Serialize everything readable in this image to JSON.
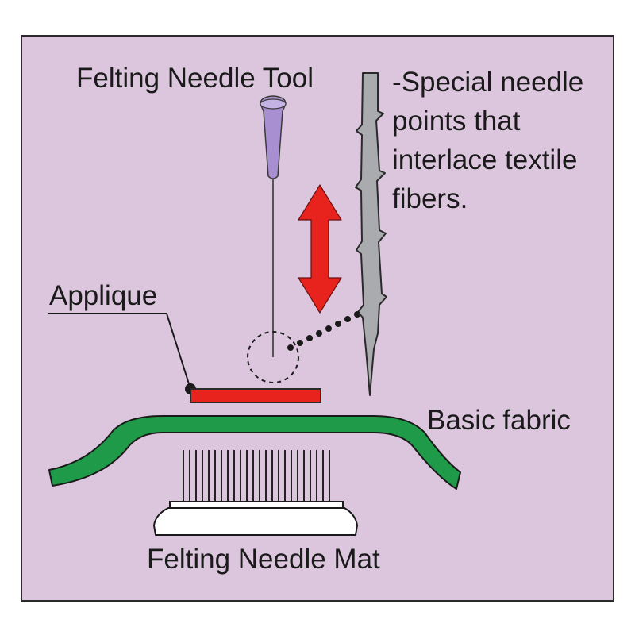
{
  "labels": {
    "tool": "Felting Needle Tool",
    "note_line1": "-Special needle",
    "note_line2": "points that",
    "note_line3": "interlace textile",
    "note_line4": "fibers.",
    "applique": "Applique",
    "fabric": "Basic fabric",
    "mat": "Felting Needle Mat"
  },
  "colors": {
    "background": "#dcc6de",
    "border": "#2a2a2a",
    "needle_handle": "#a88fd2",
    "arrow": "#e8221c",
    "applique": "#e8221c",
    "fabric": "#1e9a48",
    "needle_steel": "#a9abae",
    "mat": "#ffffff"
  },
  "icons": {
    "motion": "up-down-arrow-icon",
    "magnifier": "dashed-circle-icon"
  }
}
